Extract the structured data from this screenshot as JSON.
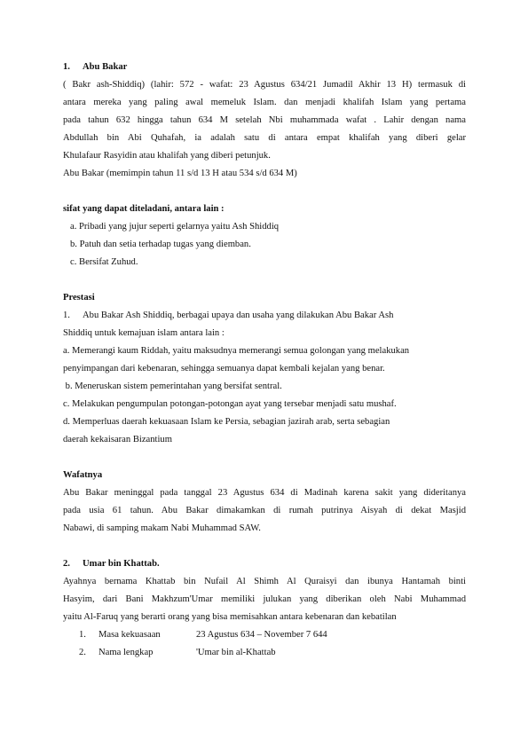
{
  "s1": {
    "num": "1.",
    "title": "Abu Bakar",
    "para": [
      " ( Bakr ash-Shiddiq) (lahir: 572 - wafat: 23 Agustus 634/21 Jumadil Akhir 13 H) termasuk di",
      "antara mereka yang paling awal memeluk Islam. dan menjadi khalifah Islam yang pertama",
      "pada tahun 632 hingga tahun 634 M setelah Nbi muhammada wafat . Lahir dengan nama",
      "Abdullah bin Abi Quhafah, ia adalah satu di antara empat khalifah yang diberi gelar",
      "Khulafaur Rasyidin atau khalifah yang diberi petunjuk."
    ],
    "reign": "Abu Bakar (memimpin tahun 11 s/d 13 H atau 534 s/d 634 M)"
  },
  "sifat": {
    "title": "sifat yang dapat diteladani, antara lain :",
    "items": [
      "a. Pribadi yang jujur seperti gelarnya yaitu Ash Shiddiq",
      "b. Patuh dan setia terhadap tugas yang diemban.",
      "c. Bersifat Zuhud."
    ]
  },
  "prestasi": {
    "title": "Prestasi",
    "num": "1.",
    "intro1": "Abu Bakar Ash Shiddiq, berbagai upaya dan usaha yang dilakukan Abu Bakar Ash",
    "intro2": "Shiddiq untuk kemajuan islam antara lain :",
    "lines": [
      "a. Memerangi kaum Riddah, yaitu maksudnya memerangi semua golongan yang melakukan",
      "penyimpangan dari kebenaran, sehingga semuanya dapat kembali kejalan yang benar.",
      " b. Meneruskan sistem pemerintahan yang bersifat sentral.",
      "c. Melakukan pengumpulan potongan-potongan ayat yang tersebar menjadi satu mushaf.",
      "d. Memperluas daerah kekuasaan Islam ke Persia, sebagian jazirah arab, serta sebagian",
      "daerah kekaisaran Bizantium"
    ]
  },
  "wafat": {
    "title": "Wafatnya",
    "para": [
      "Abu Bakar meninggal pada tanggal 23 Agustus 634 di Madinah karena sakit yang dideritanya",
      "pada usia 61 tahun. Abu Bakar dimakamkan di rumah putrinya Aisyah di dekat Masjid",
      "Nabawi, di samping makam Nabi Muhammad SAW."
    ]
  },
  "s2": {
    "num": "2.",
    "title": "Umar bin Khattab.",
    "para": [
      "Ayahnya bernama Khattab bin Nufail Al Shimh Al Quraisyi dan ibunya Hantamah binti",
      "Hasyim, dari Bani Makhzum'Umar memiliki julukan yang diberikan oleh Nabi Muhammad",
      "yaitu Al-Faruq yang berarti orang yang bisa memisahkan antara kebenaran dan kebatilan"
    ],
    "items": [
      {
        "n": "1.",
        "k": "Masa kekuasaan",
        "v": "23 Agustus 634 – November 7 644"
      },
      {
        "n": "2.",
        "k": "Nama lengkap",
        "v": "'Umar bin al-Khattab"
      }
    ]
  }
}
